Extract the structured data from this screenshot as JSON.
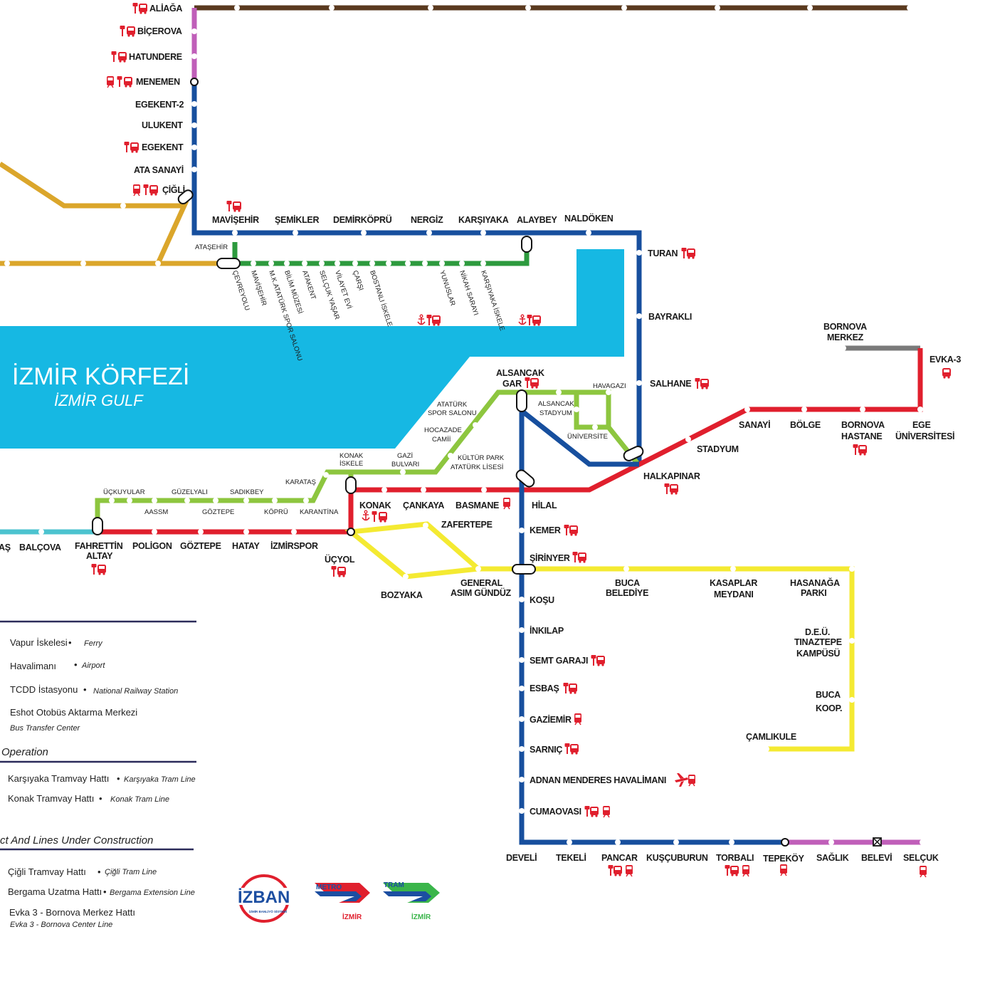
{
  "colors": {
    "aliaga_line": "#5a3a1f",
    "metro": "#174f9e",
    "izban_north_pink": "#c05fb9",
    "selcuk_pink": "#c05fb9",
    "cigli_tram": "#dba62b",
    "karsiyaka_tram": "#2d9a3e",
    "konak_tram": "#8dc63f",
    "red_line": "#e01f2d",
    "yellow_line": "#f4ea32",
    "gray_line": "#7a7a7a",
    "cyan_line": "#4cc3cf",
    "gulf": "#16b8e3",
    "icon_red": "#e01f2d"
  },
  "gulf": {
    "title": "İZMİR KÖRFEZİ",
    "subtitle": "İZMİR GULF"
  },
  "stations": {
    "aliaga": "ALİAĞA",
    "bicerova": "BİÇEROVA",
    "hatundere": "HATUNDERE",
    "menemen": "MENEMEN",
    "egekent2": "EGEKENT-2",
    "ulukent": "ULUKENT",
    "egekent": "EGEKENT",
    "atasanayi": "ATA SANAYİ",
    "cigli": "ÇİĞLİ",
    "mavisehir": "MAVİŞEHİR",
    "semikler": "ŞEMİKLER",
    "demirkopru": "DEMİRKÖPRÜ",
    "nergiz": "NERGİZ",
    "karsiyaka": "KARŞIYAKA",
    "alaybey": "ALAYBEY",
    "naldoken": "NALDÖKEN",
    "atasehir": "ATAŞEHİR",
    "turan": "TURAN",
    "bayrakli": "BAYRAKLI",
    "salhane": "SALHANE",
    "halkapinar": "HALKAPINAR",
    "bornova_merkez1": "BORNOVA",
    "bornova_merkez2": "MERKEZ",
    "evka3": "EVKA-3",
    "sanayi": "SANAYİ",
    "bolge": "BÖLGE",
    "bornova_hastane1": "BORNOVA",
    "bornova_hastane2": "HASTANE",
    "ege1": "EGE",
    "ege2": "ÜNİVERSİTESİ",
    "stadyum": "STADYUM",
    "alsancak_gar1": "ALSANCAK",
    "alsancak_gar2": "GAR",
    "hilal": "HİLAL",
    "basmane": "BASMANE",
    "cankaya": "ÇANKAYA",
    "konak": "KONAK",
    "zafertepe": "ZAFERTEPE",
    "kemer": "KEMER",
    "sirinyer": "ŞİRİNYER",
    "kosu": "KOŞU",
    "inkilap": "İNKILAP",
    "semt_garaji": "SEMT GARAJI",
    "esbas": "ESBAŞ",
    "gaziemir": "GAZİEMİR",
    "sarnic": "SARNIÇ",
    "adnan_menderes": "ADNAN MENDERES HAVALİMANI",
    "cumaovasi": "CUMAOVASI",
    "develi": "DEVELİ",
    "tekeli": "TEKELİ",
    "pancar": "PANCAR",
    "kuscuburun": "KUŞÇUBURUN",
    "torbali": "TORBALI",
    "tepekoy": "TEPEKÖY",
    "saglik": "SAĞLIK",
    "belevi": "BELEVİ",
    "selcuk": "SELÇUK",
    "buca_belediye1": "BUCA",
    "buca_belediye2": "BELEDİYE",
    "kasaplar1": "KASAPLAR",
    "kasaplar2": "MEYDANI",
    "hasanaga1": "HASANAĞA",
    "hasanaga2": "PARKI",
    "deu1": "D.E.Ü.",
    "deu2": "TINAZTEPE",
    "deu3": "KAMPÜSÜ",
    "bucakoop1": "BUCA",
    "bucakoop2": "KOOP.",
    "camlikule": "ÇAMLIKULE",
    "ucyol": "ÜÇYOL",
    "bozyaka": "BOZYAKA",
    "gag1": "GENERAL",
    "gag2": "ASIM GÜNDÜZ",
    "izmirspor": "İZMİRSPOR",
    "hatay": "HATAY",
    "goztepe": "GÖZTEPE",
    "poligon": "POLİGON",
    "fahrettin1": "FAHRETTİN",
    "fahrettin2": "ALTAY",
    "balcova": "BALÇOVA",
    "as_cut": "AŞ"
  },
  "small_stations": {
    "konak_iskele1": "KONAK",
    "konak_iskele2": "İSKELE",
    "gazi1": "GAZİ",
    "gazi2": "BULVARI",
    "kulturpark1": "KÜLTÜR PARK",
    "kulturpark2": "ATATÜRK LİSESİ",
    "hocazade1": "HOCAZADE",
    "hocazade2": "CAMİİ",
    "ataturk_spor1": "ATATÜRK",
    "ataturk_spor2": "SPOR SALONU",
    "alsancak_stad1": "ALSANCAK",
    "alsancak_stad2": "STADYUM",
    "havagazi": "HAVAGAZI",
    "universite": "ÜNİVERSİTE",
    "karatas": "KARATAŞ",
    "karantina": "KARANTİNA",
    "kopru": "KÖPRÜ",
    "sadikbey": "SADIKBEY",
    "goztepe_t": "GÖZTEPE",
    "guzelyali": "GÜZELYALI",
    "aassm": "AASSM",
    "uckuyular": "ÜÇKUYULAR"
  },
  "karsiyaka_tram_stops": [
    "ÇEVREYOLU",
    "MAVİŞEHİR",
    "M.K.ATATÜRK SPOR SALONU",
    "BİLİM MÜZESİ",
    "ATAKENT",
    "SELÇUK YAŞAR",
    "VİLAYET EVİ",
    "ÇARŞI",
    "BOSTANLI İSKELE",
    "YUNUSLAR",
    "NİKAH SARAYI",
    "KARŞIYAKA İSKELE"
  ],
  "legend": {
    "ferry": "Vapur İskelesi",
    "ferry_en": "Ferry",
    "airport": "Havalimanı",
    "airport_en": "Airport",
    "railway": "TCDD İstasyonu",
    "railway_en": "National Railway Station",
    "bus": "Eshot Otobüs Aktarma Merkezi",
    "bus_en": "Bus Transfer Center",
    "operation": "Operation",
    "karsiyaka_tram": "Karşıyaka Tramvay Hattı",
    "karsiyaka_tram_en": "Karşıyaka Tram Line",
    "konak_tram": "Konak Tramvay Hattı",
    "konak_tram_en": "Konak Tram Line",
    "construction": "ct And Lines Under Construction",
    "cigli_tram": "Çiğli Tramvay Hattı",
    "cigli_tram_en": "Çiğli Tram Line",
    "bergama": "Bergama Uzatma Hattı",
    "bergama_en": "Bergama Extension Line",
    "evka": "Evka 3 - Bornova Merkez Hattı",
    "evka_en": "Evka 3 - Bornova Center Line"
  },
  "logos": {
    "izban": "İZBAN",
    "izban_sub": "İZMİR BANLİYÖ SİSTEMİ",
    "metro": "METRO",
    "metro_city": "İZMİR",
    "tram": "TRAM",
    "tram_city": "İZMİR"
  }
}
